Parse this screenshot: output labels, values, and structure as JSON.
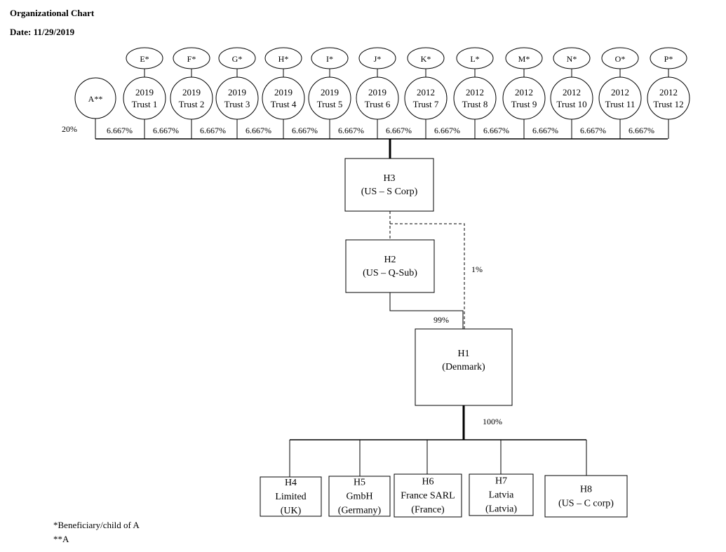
{
  "header": {
    "title": "Organizational Chart",
    "date_label": "Date:",
    "date_value": "11/29/2019"
  },
  "owner_a": {
    "label": "A**",
    "pct": "20%"
  },
  "trusts": [
    {
      "beneficiary": "E*",
      "year": "2019",
      "name": "Trust 1",
      "pct": "6.667%"
    },
    {
      "beneficiary": "F*",
      "year": "2019",
      "name": "Trust 2",
      "pct": "6.667%"
    },
    {
      "beneficiary": "G*",
      "year": "2019",
      "name": "Trust 3",
      "pct": "6.667%"
    },
    {
      "beneficiary": "H*",
      "year": "2019",
      "name": "Trust 4",
      "pct": "6.667%"
    },
    {
      "beneficiary": "I*",
      "year": "2019",
      "name": "Trust 5",
      "pct": "6.667%"
    },
    {
      "beneficiary": "J*",
      "year": "2019",
      "name": "Trust 6",
      "pct": "6.667%"
    },
    {
      "beneficiary": "K*",
      "year": "2012",
      "name": "Trust 7",
      "pct": "6.667%"
    },
    {
      "beneficiary": "L*",
      "year": "2012",
      "name": "Trust 8",
      "pct": "6.667%"
    },
    {
      "beneficiary": "M*",
      "year": "2012",
      "name": "Trust 9",
      "pct": "6.667%"
    },
    {
      "beneficiary": "N*",
      "year": "2012",
      "name": "Trust 10",
      "pct": "6.667%"
    },
    {
      "beneficiary": "O*",
      "year": "2012",
      "name": "Trust 11",
      "pct": "6.667%"
    },
    {
      "beneficiary": "P*",
      "year": "2012",
      "name": "Trust 12",
      "pct": "6.667%"
    }
  ],
  "entities": {
    "h3": {
      "name": "H3",
      "desc": "(US – S Corp)"
    },
    "h2": {
      "name": "H2",
      "desc": "(US – Q-Sub)"
    },
    "h1": {
      "name": "H1",
      "desc": "(Denmark)"
    }
  },
  "ownership": {
    "h3_to_h1": "1%",
    "h2_to_h1": "99%",
    "h1_to_subs": "100%"
  },
  "subsidiaries": [
    {
      "lines": [
        "H4",
        "Limited",
        "(UK)"
      ]
    },
    {
      "lines": [
        "H5",
        "GmbH",
        "(Germany)"
      ]
    },
    {
      "lines": [
        "H6",
        "France SARL",
        "(France)"
      ]
    },
    {
      "lines": [
        "H7",
        "Latvia",
        "(Latvia)"
      ]
    },
    {
      "lines": [
        "H8",
        "(US – C corp)"
      ]
    }
  ],
  "footnotes": {
    "note1": "*Beneficiary/child of A",
    "note2": "**A"
  }
}
